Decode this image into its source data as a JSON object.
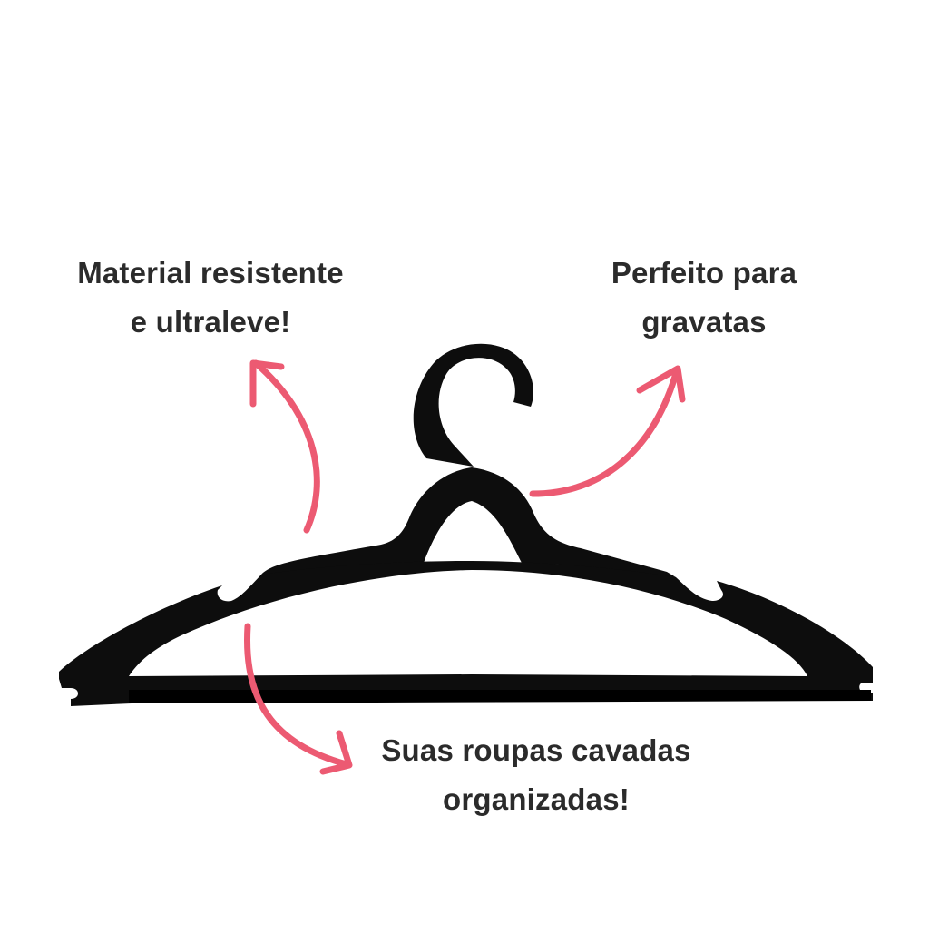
{
  "image": {
    "background_color": "#ffffff",
    "text_color": "#2b2b2b",
    "hanger_color": "#0d0d0d",
    "arrow_color": "#ec5a72"
  },
  "annotations": {
    "top_left": {
      "line1": "Material resistente",
      "line2": "e ultraleve!"
    },
    "top_right": {
      "line1": "Perfeito para",
      "line2": "gravatas"
    },
    "bottom": {
      "line1": "Suas roupas cavadas",
      "line2": "organizadas!"
    }
  },
  "graphics": {
    "product": "hanger-icon",
    "arrows": [
      "arrow-up-left-icon",
      "arrow-up-right-icon",
      "arrow-down-right-icon"
    ]
  }
}
